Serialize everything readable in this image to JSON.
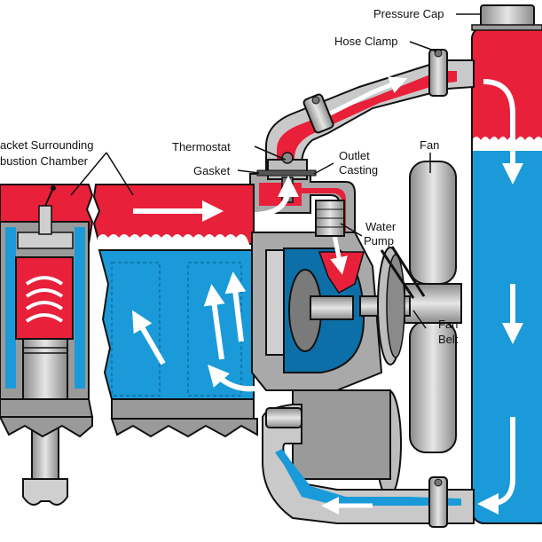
{
  "labels": {
    "pressure_cap": "Pressure Cap",
    "hose_clamp": "Hose Clamp",
    "jacket_line1": "acket Surrounding",
    "jacket_line2": "bustion Chamber",
    "thermostat": "Thermostat",
    "gasket": "Gasket",
    "outlet_line1": "Outlet",
    "outlet_line2": "Casting",
    "fan": "Fan",
    "water_line1": "Water",
    "water_line2": "Pump",
    "fan_belt_line1": "Fan",
    "fan_belt_line2": "Belt"
  },
  "colors": {
    "hot_coolant": "#e8203a",
    "cool_coolant": "#1a9ad8",
    "dark_blue": "#0d6fa8",
    "metal_light": "#d2d2d2",
    "metal_mid": "#a9a9a9",
    "metal_dark": "#6e6e6e",
    "outline": "#111111"
  }
}
